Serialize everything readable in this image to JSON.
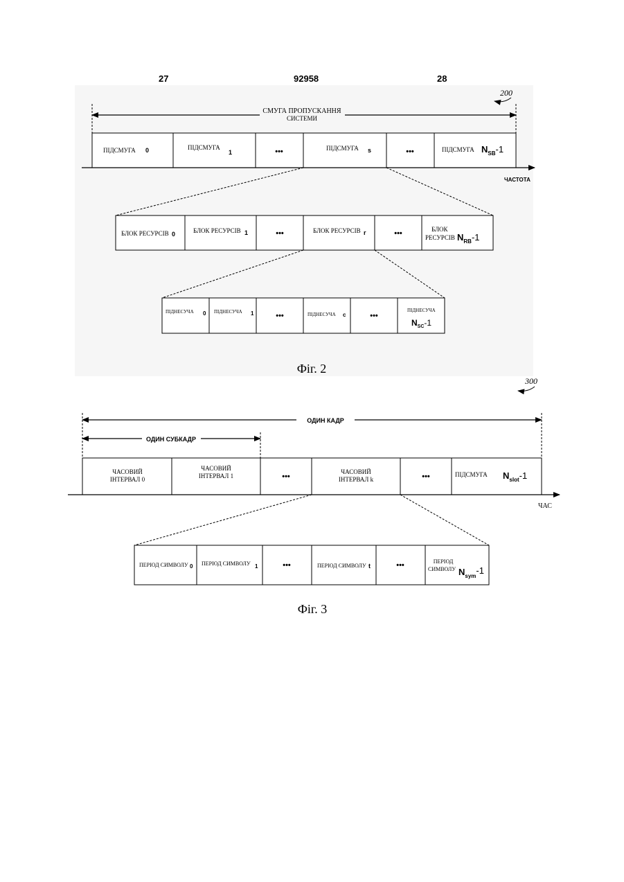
{
  "header": {
    "left_page": "27",
    "patent_number": "92958",
    "right_page": "28"
  },
  "fig2": {
    "ref": "200",
    "bandwidth_line1": "СМУГА ПРОПУСКАННЯ",
    "bandwidth_line2": "СИСТЕМИ",
    "axis": "ЧАСТОТА",
    "subband_0": "ПІДСМУГА",
    "subband_0_idx": "0",
    "subband_1": "ПІДСМУГА",
    "subband_1_idx": "1",
    "ellipsis": "•••",
    "subband_s": "ПІДСМУГА",
    "subband_s_idx": "s",
    "subband_last": "ПІДСМУГА",
    "subband_last_N": "N",
    "subband_last_sub": "SB",
    "subband_last_tail": "-1",
    "rb_0": "БЛОК РЕСУРСІВ",
    "rb_0_idx": "0",
    "rb_1": "БЛОК РЕСУРСІВ",
    "rb_1_idx": "1",
    "rb_r": "БЛОК РЕСУРСІВ",
    "rb_r_idx": "r",
    "rb_last_l1": "БЛОК",
    "rb_last_l2": "РЕСУРСІВ",
    "rb_last_N": "N",
    "rb_last_sub": "RB",
    "rb_last_tail": "-1",
    "sc_0": "ПІДНЕСУЧА",
    "sc_0_idx": "0",
    "sc_1": "ПІДНЕСУЧА",
    "sc_1_idx": "1",
    "sc_c": "ПІДНЕСУЧА",
    "sc_c_idx": "c",
    "sc_last": "ПІДНЕСУЧА",
    "sc_last_N": "N",
    "sc_last_sub": "SC",
    "sc_last_tail": "-1",
    "caption": "Фіг. 2"
  },
  "fig3": {
    "ref": "300",
    "frame": "ОДИН КАДР",
    "subframe": "ОДИН СУБКАДР",
    "axis": "ЧАС",
    "slot_0_l1": "ЧАСОВИЙ",
    "slot_0_l2": "ІНТЕРВАЛ 0",
    "slot_1_l1": "ЧАСОВИЙ",
    "slot_1_l2": "ІНТЕРВАЛ 1",
    "ellipsis": "•••",
    "slot_k_l1": "ЧАСОВИЙ",
    "slot_k_l2": "ІНТЕРВАЛ k",
    "slot_last": "ПІДСМУГА",
    "slot_last_N": "N",
    "slot_last_sub": "slot",
    "slot_last_tail": "-1",
    "sym_0": "ПЕРІОД СИМВОЛУ",
    "sym_0_idx": "0",
    "sym_1": "ПЕРІОД СИМВОЛУ",
    "sym_1_idx": "1",
    "sym_t": "ПЕРІОД СИМВОЛУ",
    "sym_t_idx": "t",
    "sym_last_l1": "ПЕРІОД",
    "sym_last_l2": "СИМВОЛУ",
    "sym_last_N": "N",
    "sym_last_sub": "sym",
    "sym_last_tail": "-1",
    "caption": "Фіг. 3"
  }
}
